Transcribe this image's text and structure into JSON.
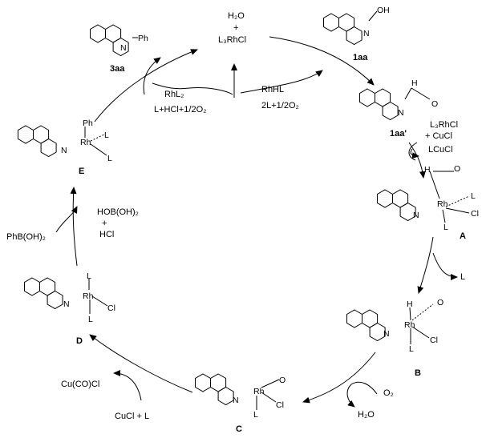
{
  "compounds": {
    "aa3": {
      "label": "3aa",
      "substituent": "Ph",
      "N": "N"
    },
    "aa1": {
      "label": "1aa",
      "oh": "OH",
      "N": "N"
    },
    "aa1prime": {
      "label": "1aa'",
      "H": "H",
      "O": "O",
      "N": "N"
    }
  },
  "reagents": {
    "top_h2o": "H₂O",
    "top_plus": "+",
    "top_l3rhcl": "L₃RhCl",
    "rhl2": "RhL₂",
    "lhcl_o2": "L+HCl+1/2O₂",
    "rhhl": "RhHL",
    "l2_o2": "2L+1/2O₂",
    "l3rhcl_cucl": "L₃RhCl",
    "plus_cucl": "+ CuCl",
    "lcucl": "LCuCl",
    "loss_L": "L",
    "o2": "O₂",
    "h2o_out": "H₂O",
    "cuco_cl": "Cu(CO)Cl",
    "cucl_l": "CuCl  +  L",
    "phboh2": "PhB(OH)₂",
    "hoboh2": "HOB(OH)₂",
    "plus2": "+",
    "hcl": "HCl"
  },
  "intermediates": {
    "A": {
      "label": "A",
      "Rh": "Rh",
      "N": "N",
      "H": "H",
      "O": "O",
      "L1": "L",
      "L2": "L",
      "Cl": "Cl"
    },
    "B": {
      "label": "B",
      "Rh": "Rh",
      "N": "N",
      "H": "H",
      "O": "O",
      "L1": "L",
      "Cl": "Cl"
    },
    "C": {
      "label": "C",
      "Rh": "Rh",
      "N": "N",
      "O": "O",
      "L1": "L",
      "Cl": "Cl"
    },
    "D": {
      "label": "D",
      "Rh": "Rh",
      "N": "N",
      "L1": "L",
      "L2": "L",
      "Cl": "Cl"
    },
    "E": {
      "label": "E",
      "Rh": "Rh",
      "N": "N",
      "Ph": "Ph",
      "L1": "L",
      "L2": "L"
    }
  }
}
